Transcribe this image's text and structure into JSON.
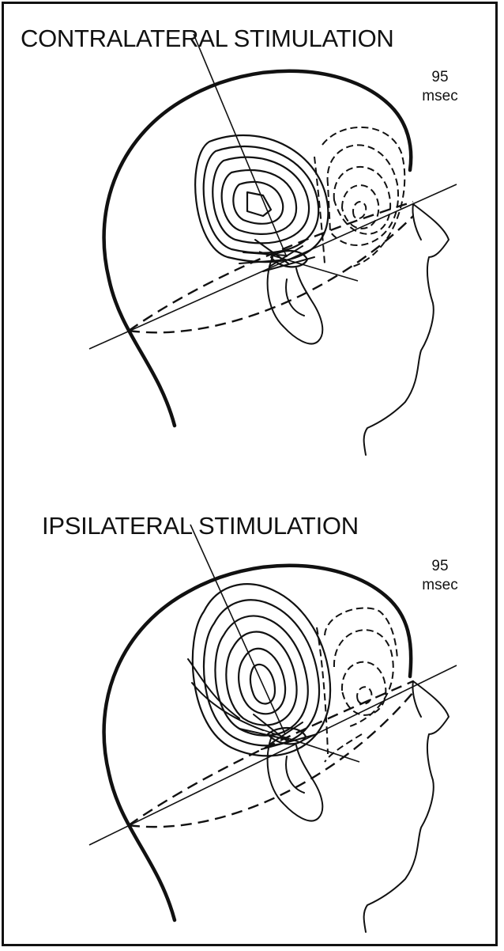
{
  "panels": [
    {
      "title": "CONTRALATERAL STIMULATION",
      "latency_value": "95",
      "latency_unit": "msec"
    },
    {
      "title": "IPSILATERAL STIMULATION",
      "latency_value": "95",
      "latency_unit": "msec"
    }
  ],
  "colors": {
    "ink": "#111111",
    "background": "#ffffff"
  }
}
